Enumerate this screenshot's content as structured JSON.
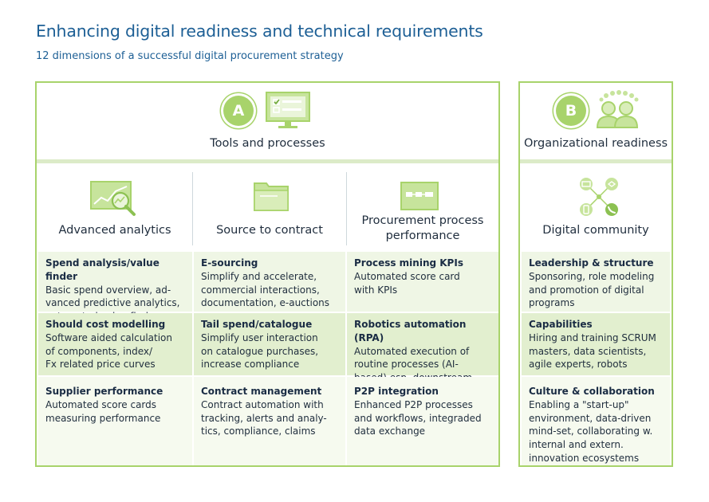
{
  "title": "Enhancing digital readiness and technical requirements",
  "subtitle": "12 dimensions of a successful digital procurement strategy",
  "colors": {
    "accent": "#a8d36b",
    "title": "#1d5f95",
    "band1": "#eff6e5",
    "band2": "#e2efcf",
    "band3": "#f6faef"
  },
  "panel_a": {
    "badge": "A",
    "label": "Tools and processes",
    "icon": "monitor-checklist-icon",
    "columns": [
      {
        "label": "Advanced analytics",
        "icon": "analytics-magnifier-icon",
        "cells": [
          {
            "title": "Spend analysis/value finder",
            "lines": [
              "Basic spend overview, ad-",
              "vanced predictive analytics,",
              "automated value finder"
            ]
          },
          {
            "title": "Should cost modelling",
            "lines": [
              "Software aided calculation",
              "of components, index/",
              "Fx related price curves"
            ]
          },
          {
            "title": "Supplier performance",
            "lines": [
              "Automated score cards",
              "measuring performance"
            ]
          }
        ]
      },
      {
        "label": "Source to contract",
        "icon": "folder-icon",
        "cells": [
          {
            "title": "E-sourcing",
            "lines": [
              "Simplify and accelerate,",
              "commercial interactions,",
              "documentation, e-auctions"
            ]
          },
          {
            "title": "Tail spend/catalogue",
            "lines": [
              "Simplify user interaction",
              "on catalogue purchases,",
              "increase compliance"
            ]
          },
          {
            "title": "Contract management",
            "lines": [
              "Contract automation with",
              "tracking, alerts and analy-",
              "tics, compliance, claims"
            ]
          }
        ]
      },
      {
        "label_lines": [
          "Procurement process",
          "performance"
        ],
        "icon": "process-flow-icon",
        "cells": [
          {
            "title": "Process mining KPIs",
            "lines": [
              "Automated score card",
              "with KPIs"
            ]
          },
          {
            "title": "Robotics automation (RPA)",
            "lines": [
              "Automated execution of",
              "routine processes (AI-",
              "based) esp. downstream"
            ]
          },
          {
            "title": "P2P integration",
            "lines": [
              "Enhanced P2P processes",
              "and workflows, integraded",
              "data exchange"
            ]
          }
        ]
      }
    ]
  },
  "panel_b": {
    "badge": "B",
    "label": "Organizational readiness",
    "icon": "people-group-icon",
    "column": {
      "label": "Digital community",
      "icon": "digital-network-icon",
      "cells": [
        {
          "title": "Leadership & structure",
          "lines": [
            "Sponsoring, role modeling",
            "and promotion of digital",
            "programs"
          ]
        },
        {
          "title": "Capabilities",
          "lines": [
            "Hiring and training SCRUM",
            "masters, data scientists,",
            "agile experts, robots"
          ]
        },
        {
          "title": "Culture & collaboration",
          "lines": [
            "Enabling a \"start-up\"",
            "environment, data-driven",
            "mind-set, collaborating w.",
            "internal and extern.",
            "innovation ecosystems"
          ]
        }
      ]
    }
  }
}
